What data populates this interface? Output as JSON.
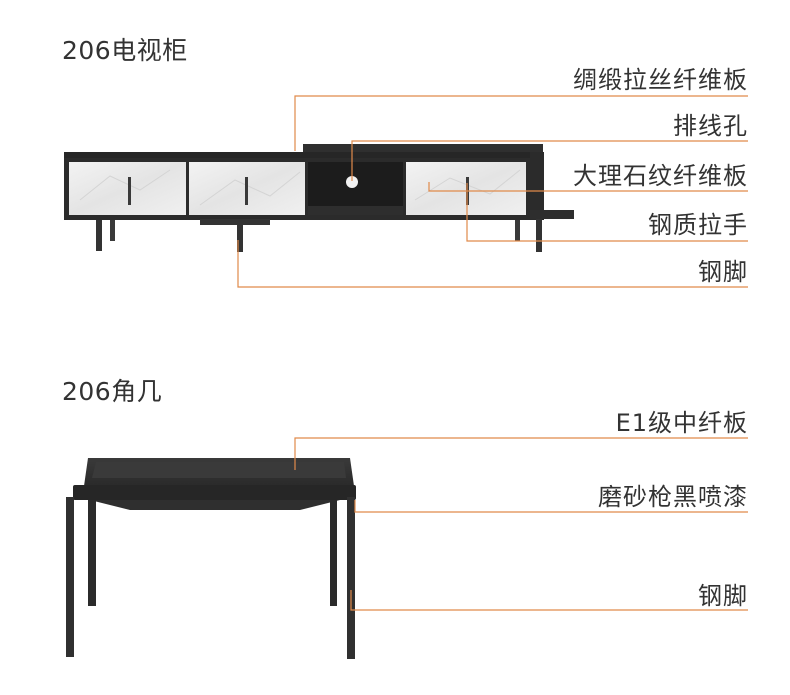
{
  "sections": [
    {
      "title": "206电视柜",
      "labels": [
        "绸缎拉丝纤维板",
        "排线孔",
        "大理石纹纤维板",
        "钢质拉手",
        "钢脚"
      ]
    },
    {
      "title": "206角几",
      "labels": [
        "E1级中纤板",
        "磨砂枪黑喷漆",
        "钢脚"
      ]
    }
  ],
  "colors": {
    "leader_line": "#e08a4a",
    "frame": "#2b2b2b",
    "panel": "#ededed",
    "text": "#333333"
  }
}
